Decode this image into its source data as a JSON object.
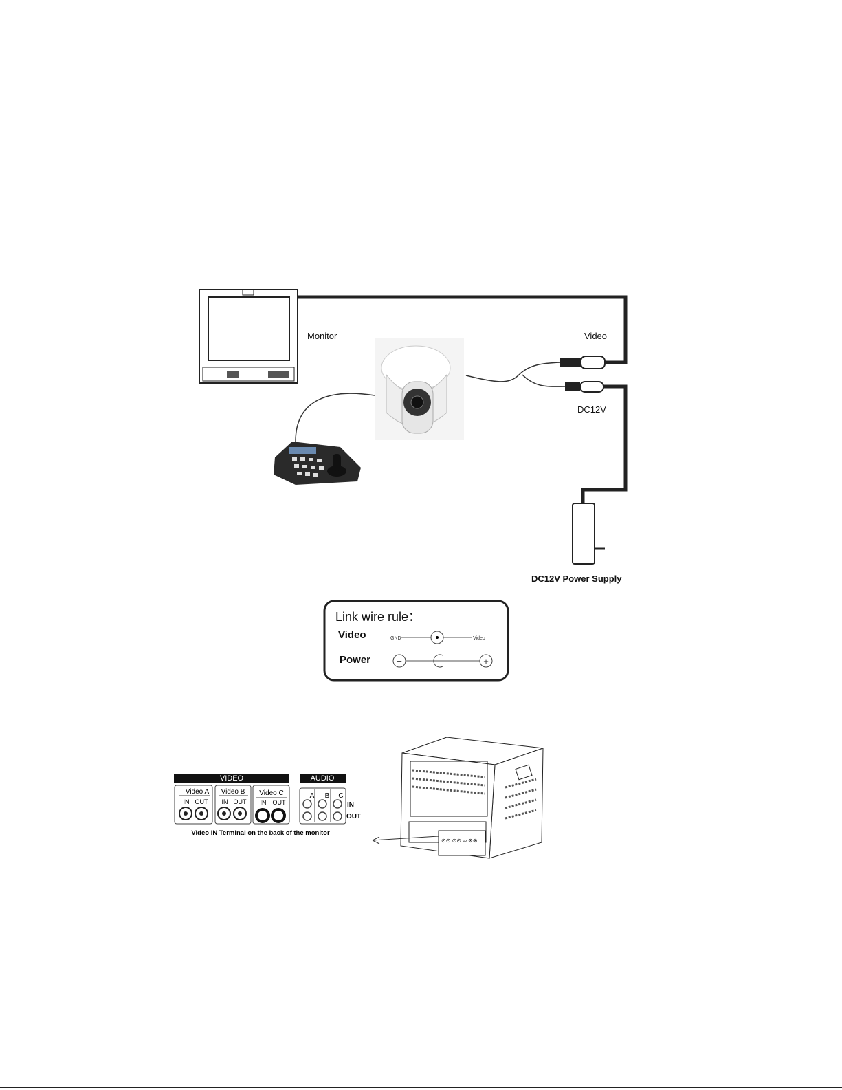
{
  "wiring": {
    "monitor_label": "Monitor",
    "video_label": "Video",
    "dc12v_label": "DC12V",
    "power_supply_label": "DC12V  Power Supply"
  },
  "link_wire_rule": {
    "title": "Link wire rule：",
    "video_label": "Video",
    "power_label": "Power",
    "gnd_label": "GND",
    "video_pin_label": "Video",
    "minus": "−",
    "plus": "+"
  },
  "terminal_panel": {
    "video_header": "VIDEO",
    "audio_header": "AUDIO",
    "video_groups": [
      "Video A",
      "Video B",
      "Video C"
    ],
    "in_label": "IN",
    "out_label": "OUT",
    "audio_channels": [
      "A",
      "B",
      "C"
    ],
    "audio_in": "IN",
    "audio_out": "OUT",
    "caption": "Video IN Terminal on the back of the monitor"
  }
}
